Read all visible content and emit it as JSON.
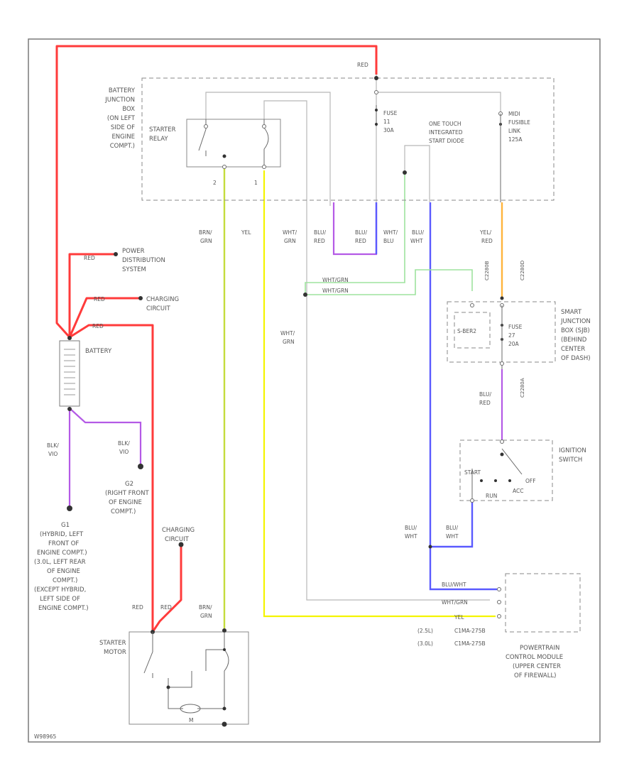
{
  "components": {
    "battery_junction_box": [
      "BATTERY",
      "JUNCTION",
      "BOX",
      "(ON LEFT",
      "SIDE OF",
      "ENGINE",
      "COMPT.)"
    ],
    "starter_relay": [
      "STARTER",
      "RELAY"
    ],
    "fuse_11": [
      "FUSE",
      "11",
      "30A"
    ],
    "one_touch": [
      "ONE TOUCH",
      "INTEGRATED",
      "START DIODE"
    ],
    "midi_fusible": [
      "MIDI",
      "FUSIBLE",
      "LINK",
      "125A"
    ],
    "power_distribution": [
      "POWER",
      "DISTRIBUTION",
      "SYSTEM"
    ],
    "charging_circuit_top": [
      "CHARGING",
      "CIRCUIT"
    ],
    "battery": "BATTERY",
    "smart_junction_box": [
      "SMART",
      "JUNCTION",
      "BOX (SJB)",
      "(BEHIND",
      "CENTER",
      "OF DASH)"
    ],
    "fuse_27": [
      "FUSE",
      "27",
      "20A"
    ],
    "s_ber2": "S-BER2",
    "ignition_switch": [
      "IGNITION",
      "SWITCH"
    ],
    "switch_positions": [
      "START",
      "OFF",
      "ACC",
      "RUN"
    ],
    "g2": [
      "G2",
      "(RIGHT FRONT",
      "OF ENGINE",
      "COMPT.)"
    ],
    "g1": [
      "G1",
      "(HYBRID, LEFT",
      "FRONT OF",
      "ENGINE COMPT.)",
      "(3.0L, LEFT REAR",
      "OF ENGINE",
      "COMPT.)",
      "(EXCEPT HYBRID,",
      "LEFT SIDE OF",
      "ENGINE COMPT.)"
    ],
    "charging_circuit_bottom": [
      "CHARGING",
      "CIRCUIT"
    ],
    "starter_motor": [
      "STARTER",
      "MOTOR"
    ],
    "m_label": "M",
    "pcm": [
      "POWERTRAIN",
      "CONTROL MODULE",
      "(UPPER CENTER",
      "OF FIREWALL)"
    ],
    "pcm_connector_1": [
      "(2.5L)",
      "C1MA-275B"
    ],
    "pcm_connector_2": [
      "(3.0L)",
      "C1MA-275B"
    ],
    "relay_pins": [
      "2",
      "1"
    ],
    "connector_codes": [
      "C2280B",
      "C2280D",
      "C2280A"
    ]
  },
  "wire_labels": {
    "red_top": "RED",
    "red_pds": "RED",
    "red_charging": "RED",
    "red_battery": "RED",
    "red_motor_left": "RED",
    "red_motor_right": "RED",
    "brn_grn_top": [
      "BRN/",
      "GRN"
    ],
    "brn_grn_bottom": [
      "BRN/",
      "GRN"
    ],
    "yel_top": "YEL",
    "yel_pcm": "YEL",
    "wht_grn_1": [
      "WHT/",
      "GRN"
    ],
    "blu_red_1": [
      "BLU/",
      "RED"
    ],
    "blu_red_2": [
      "BLU/",
      "RED"
    ],
    "wht_blu": [
      "WHT/",
      "BLU"
    ],
    "blu_wht": [
      "BLU/",
      "WHT"
    ],
    "yel_red": [
      "YEL/",
      "RED"
    ],
    "wht_grn_a": "WHT/GRN",
    "wht_grn_b": "WHT/GRN",
    "wht_grn_2": [
      "WHT/",
      "GRN"
    ],
    "blu_red_sjb": [
      "BLU/",
      "RED"
    ],
    "blk_vio_1": [
      "BLK/",
      "VIO"
    ],
    "blk_vio_2": [
      "BLK/",
      "VIO"
    ],
    "blu_wht_2": [
      "BLU/",
      "WHT"
    ],
    "blu_wht_3": [
      "BLU/",
      "WHT"
    ],
    "blu_wht_pcm": "BLU/WHT",
    "wht_grn_pcm": "WHT/GRN"
  },
  "footer_code": "W98965",
  "colors": {
    "red": "#ff3b3b",
    "yellow": "#f4f400",
    "yellow_green": "#c4dc3c",
    "blue": "#5a5aff",
    "purple": "#b45ae6",
    "green": "#9ee39e",
    "orange": "#ffb43c",
    "outline": "#8a8a8a"
  }
}
